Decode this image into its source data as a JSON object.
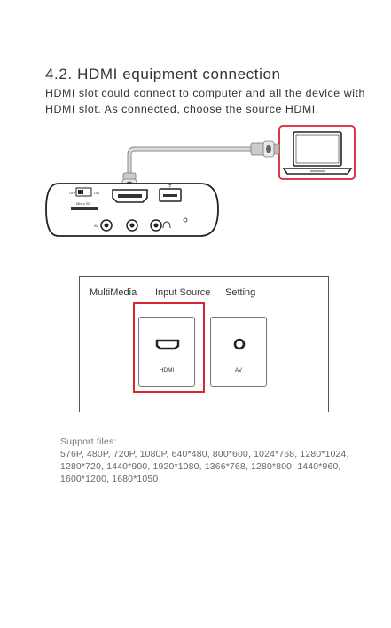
{
  "section": {
    "heading": "4.2. HDMI equipment connection",
    "paragraph": "HDMI slot could connect to computer and all the device with HDMI slot. As connected, choose the source HDMI."
  },
  "device": {
    "switch_off": "OFF",
    "switch_on": "ON",
    "micro_sd": "Micro SD",
    "av": "AV"
  },
  "menu": {
    "tabs": [
      "MultiMedia",
      "Input Source",
      "Setting"
    ],
    "selected_tab": "Input Source",
    "tiles": [
      {
        "label": "HDMI",
        "icon": "hdmi-port-icon"
      },
      {
        "label": "AV",
        "icon": "av-jack-icon"
      }
    ],
    "highlight_color": "#d6262e"
  },
  "support": {
    "label": "Support files:",
    "text": "576P, 480P, 720P, 1080P, 640*480, 800*600, 1024*768, 1280*1024, 1280*720, 1440*900, 1920*1080, 1366*768, 1280*800, 1440*960, 1600*1200, 1680*1050"
  }
}
